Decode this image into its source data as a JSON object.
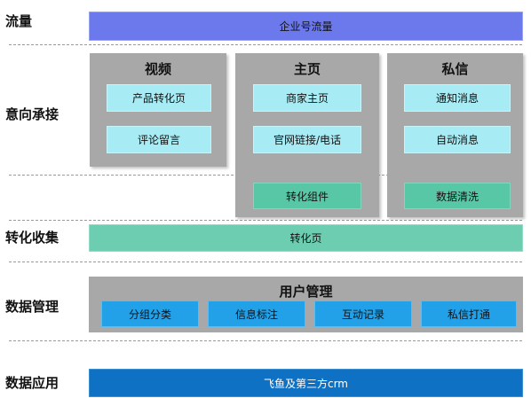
{
  "rows": {
    "traffic": "流量",
    "intent": "意向承接",
    "conversion": "转化收集",
    "data_mgmt": "数据管理",
    "data_app": "数据应用"
  },
  "traffic_bar": "企业号流量",
  "panels": {
    "video": {
      "title": "视频",
      "items": [
        "产品转化页",
        "评论留言"
      ]
    },
    "homepage": {
      "title": "主页",
      "items": [
        "商家主页",
        "官网链接/电话"
      ],
      "footer_item": "转化组件"
    },
    "private_msg": {
      "title": "私信",
      "items": [
        "通知消息",
        "自动消息"
      ],
      "footer_item": "数据清洗"
    }
  },
  "conversion_bar": "转化页",
  "user_mgmt": {
    "title": "用户管理",
    "items": [
      "分组分类",
      "信息标注",
      "互动记录",
      "私信打通"
    ]
  },
  "data_app_bar": "飞鱼及第三方crm",
  "colors": {
    "traffic_bar": "#6b79ec",
    "panel_gray": "#a8a8a8",
    "light_chip": "#a7ebf4",
    "teal": "#58c7a6",
    "chip_blue": "#23a1e8",
    "navy": "#0f71c3"
  }
}
